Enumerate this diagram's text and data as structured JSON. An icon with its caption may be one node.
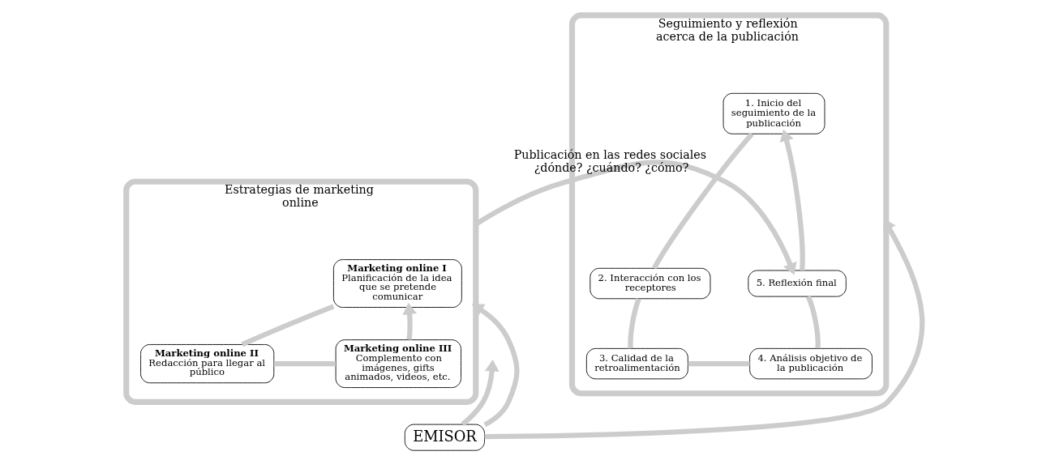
{
  "diagram": {
    "nodes": [
      {
        "text": [
          "Estrategias de marketing online"
        ]
      },
      {
        "text": [
          "Marketing online I",
          "Planificación de la idea que se pretende comunicar"
        ],
        "in": 0
      },
      {
        "text": [
          "Marketing online II",
          "Redacción para llegar al público"
        ],
        "in": 0
      },
      {
        "text": [
          "Marketing online III",
          "Complemento con imágenes, gifts animados, videos, etc."
        ],
        "in": 0
      },
      {
        "text": [
          "Seguimiento y reflexión acerca de la publicación"
        ]
      },
      {
        "text": [
          "1. Inicio del seguimiento de la publicación"
        ],
        "in": 4
      },
      {
        "text": [
          "2. Interacción con los receptores"
        ],
        "in": 4
      },
      {
        "text": [
          "3. Calidad de la retroalimentación"
        ],
        "in": 4
      },
      {
        "text": [
          "4. Análisis objetivo de la publicación"
        ],
        "in": 4
      },
      {
        "text": [
          "5. Reflexión final"
        ],
        "in": 4
      },
      {
        "text": [
          "EMISOR"
        ]
      }
    ],
    "edges": [
      {
        "from": 3,
        "to": 1,
        "arrow": "to"
      },
      {
        "from": 1,
        "to": 2,
        "arrow": "none"
      },
      {
        "from": 2,
        "to": 3,
        "arrow": "none"
      },
      {
        "from": 0,
        "to": 9,
        "arrow": "to",
        "label": "Publicación en las redes sociales ¿dónde? ¿cuándo? ¿cómo?"
      },
      {
        "from": 5,
        "to": 6,
        "arrow": "none"
      },
      {
        "from": 6,
        "to": 7,
        "arrow": "none"
      },
      {
        "from": 7,
        "to": 8,
        "arrow": "none"
      },
      {
        "from": 8,
        "to": 9,
        "arrow": "none"
      },
      {
        "from": 9,
        "to": 5,
        "arrow": "to"
      },
      {
        "from": 10,
        "to": 0,
        "arrow": "to"
      },
      {
        "from": 10,
        "to": null,
        "arrow": "to"
      },
      {
        "from": 10,
        "to": 4,
        "arrow": "to"
      }
    ]
  }
}
